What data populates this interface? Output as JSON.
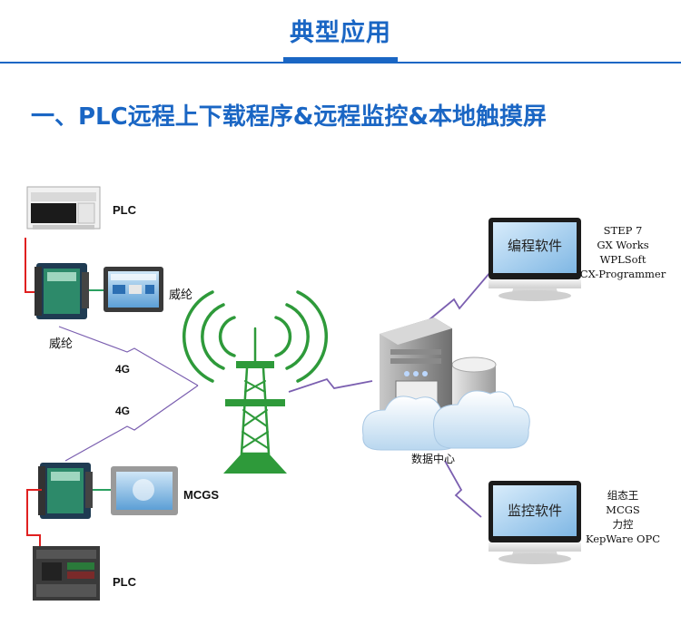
{
  "header": {
    "title": "典型应用"
  },
  "section": {
    "title": "一、PLC远程上下载程序&远程监控&本地触摸屏"
  },
  "top_group": {
    "plc_label": "PLC",
    "hmi_label": "威纶",
    "dtu_label": "威纶",
    "link_label": "4G"
  },
  "bottom_group": {
    "plc_label": "PLC",
    "hmi_label": "MCGS",
    "link_label": "4G"
  },
  "data_center": {
    "label": "数据中心"
  },
  "programming_pc": {
    "screen_text": "编程软件",
    "software": [
      "STEP 7",
      "GX Works",
      "WPLSoft",
      "CX-Programmer"
    ]
  },
  "monitoring_pc": {
    "screen_text": "监控软件",
    "software": [
      "组态王",
      "MCGS",
      "力控",
      "KepWare OPC"
    ]
  },
  "colors": {
    "accent_blue": "#1a66c4",
    "tower_green": "#2e9a3a",
    "link_purple": "#7b5fb0",
    "serial_red": "#e02020",
    "ethernet_green": "#2aa060"
  }
}
